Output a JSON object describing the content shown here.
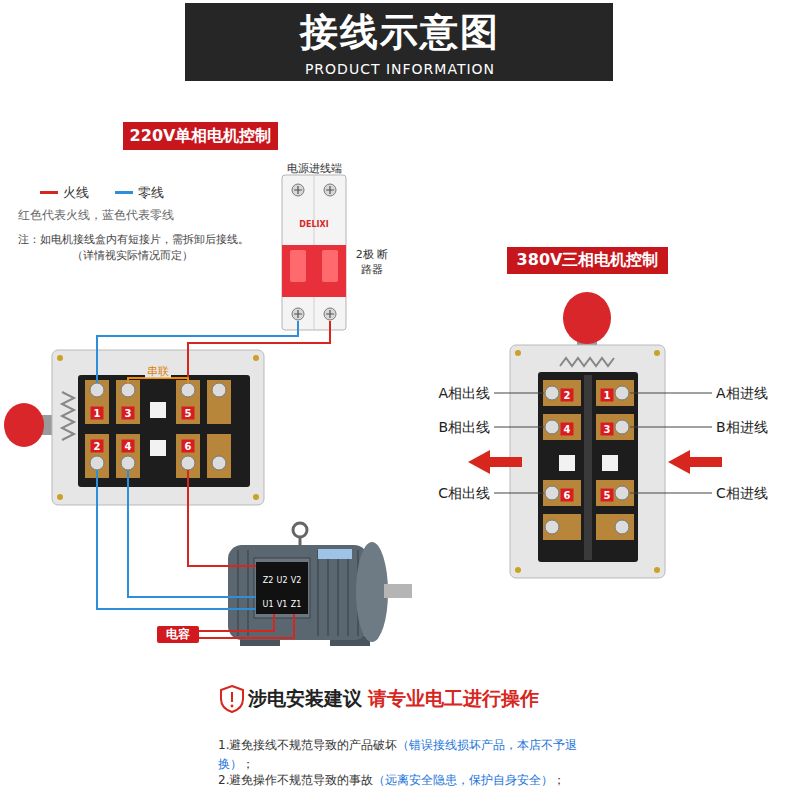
{
  "diagram": {
    "title": "接线示意图",
    "nodes": [
      {
        "text": [
          "220V单相电机控制"
        ]
      },
      {
        "text": [
          "380V三相电机控制"
        ]
      },
      {
        "text": [
          "电容"
        ]
      }
    ],
    "labels": [
      "PRODUCT INFORMATION",
      "红色代表火线，蓝色代表零线",
      "注：如电机接线盒内有短接片，需拆卸后接线。",
      "（详情视实际情况而定）",
      "电源进线端",
      "DELIXI",
      "2极 断路器",
      "串联",
      "1",
      "3",
      "5",
      "2",
      "4",
      "6",
      "Z2",
      "U2",
      "V2",
      "U1",
      "V1",
      "Z1",
      "A相出线",
      "2",
      "1",
      "A相进线",
      "B相出线",
      "4",
      "3",
      "B相进线",
      "C相出线",
      "6",
      "5",
      "C相进线",
      "涉电安装建议",
      "请专业电工进行操作",
      "1.避免接线不规范导致的产品破坏",
      "（错误接线损坏产品，本店不予退换）",
      "；",
      "2.避免操作不规范导致的事故",
      "（远离安全隐患，保护自身安全）",
      "；"
    ],
    "legend": [
      {
        "text": "火线",
        "color": "#d7261e"
      },
      {
        "text": "零线",
        "color": "#2e8fd8"
      }
    ]
  }
}
